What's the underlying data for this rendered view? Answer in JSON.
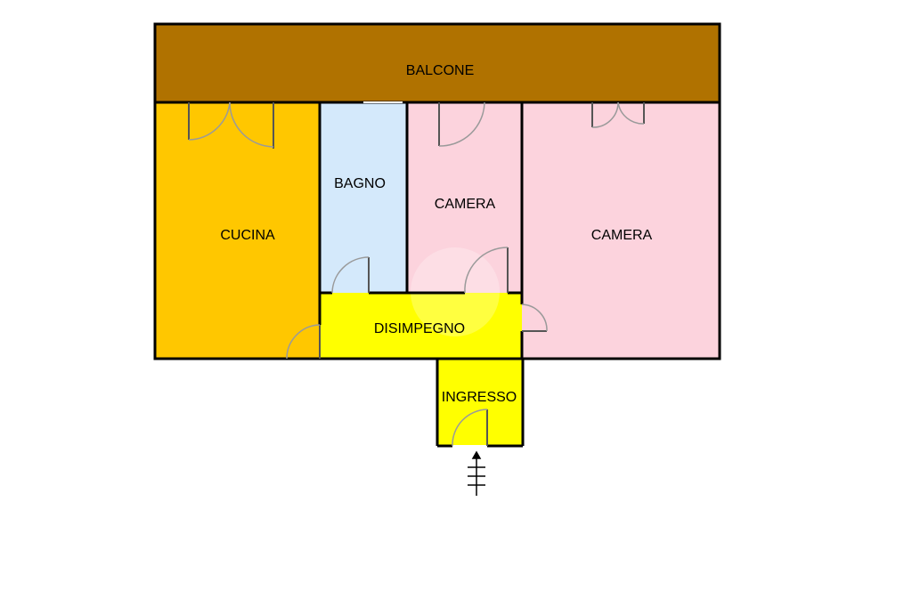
{
  "plan": {
    "rooms": [
      {
        "id": "balcone",
        "label": "BALCONE",
        "color": "#b07200"
      },
      {
        "id": "cucina",
        "label": "CUCINA",
        "color": "#ffc700"
      },
      {
        "id": "bagno",
        "label": "BAGNO",
        "color": "#d4e9fb"
      },
      {
        "id": "camera-small",
        "label": "CAMERA",
        "color": "#fcd3dd"
      },
      {
        "id": "camera-large",
        "label": "CAMERA",
        "color": "#fcd3dd"
      },
      {
        "id": "disimpegno",
        "label": "DISIMPEGNO",
        "color": "#ffff00"
      },
      {
        "id": "ingresso",
        "label": "INGRESSO",
        "color": "#ffff00"
      }
    ],
    "wall_color": "#000000",
    "entrance_icon": "entrance-arrow-icon"
  }
}
